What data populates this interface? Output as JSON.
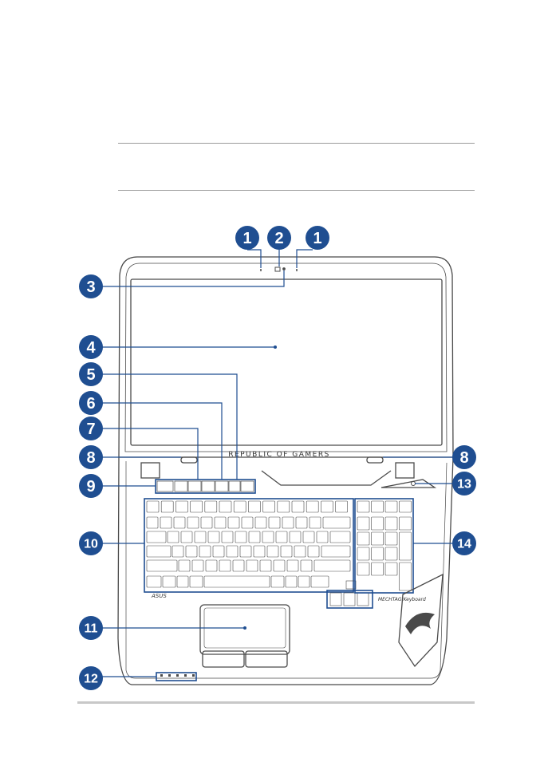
{
  "callouts": [
    "1",
    "2",
    "1",
    "3",
    "4",
    "5",
    "6",
    "7",
    "8",
    "8",
    "9",
    "10",
    "11",
    "12",
    "13",
    "14"
  ],
  "laptop": {
    "screen_brand": "REPUBLIC OF GAMERS",
    "keyboard_brand": "ASUS",
    "keyboard_series": "MECHTAG Keyboard"
  },
  "colors": {
    "callout": "#1f4e91",
    "outline": "#4a4a4a",
    "highlight": "#1f4e91"
  }
}
